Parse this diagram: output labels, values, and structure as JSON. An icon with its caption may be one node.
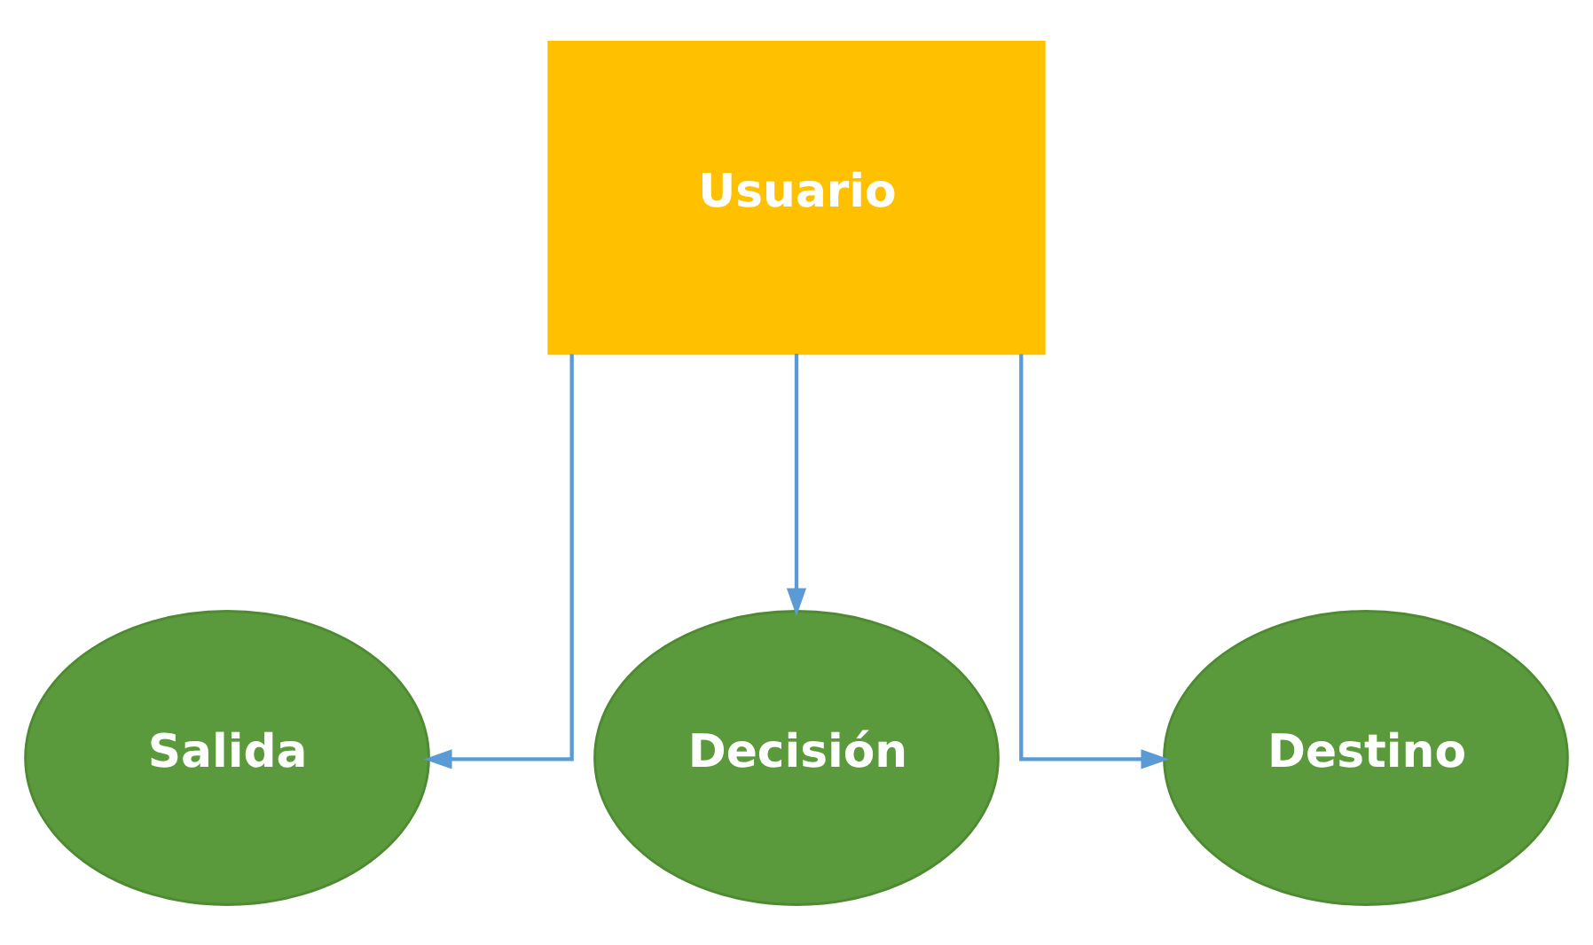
{
  "diagram": {
    "nodes": [
      {
        "text": [
          "Usuario"
        ]
      },
      {
        "text": [
          "Salida"
        ]
      },
      {
        "text": [
          "Decisión"
        ]
      },
      {
        "text": [
          "Destino"
        ]
      }
    ],
    "edges": [
      {
        "from": 0,
        "to": 1,
        "arrow": "to"
      },
      {
        "from": 0,
        "to": 2,
        "arrow": "to"
      },
      {
        "from": 0,
        "to": 3,
        "arrow": "to"
      }
    ]
  }
}
